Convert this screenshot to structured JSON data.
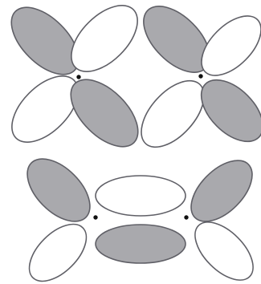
{
  "colors": {
    "background": "#ffffff",
    "shaded_fill": "#a9a9ad",
    "unshaded_fill": "#ffffff",
    "outline": "#5f5f66",
    "nucleus": "#111111"
  },
  "figures": [
    {
      "id": "top-left-d-orbital",
      "lobes": [
        {
          "id": "upper-left",
          "phase": "shaded"
        },
        {
          "id": "upper-right",
          "phase": "unshaded"
        },
        {
          "id": "lower-left",
          "phase": "unshaded"
        },
        {
          "id": "lower-right",
          "phase": "shaded"
        }
      ]
    },
    {
      "id": "top-right-d-orbital",
      "lobes": [
        {
          "id": "upper-left",
          "phase": "shaded"
        },
        {
          "id": "upper-right",
          "phase": "unshaded"
        },
        {
          "id": "lower-left",
          "phase": "unshaded"
        },
        {
          "id": "lower-right",
          "phase": "shaded"
        }
      ]
    },
    {
      "id": "bottom-delta-bond",
      "lobes": [
        {
          "id": "left-upper",
          "phase": "shaded"
        },
        {
          "id": "left-lower",
          "phase": "unshaded"
        },
        {
          "id": "center-top",
          "phase": "unshaded"
        },
        {
          "id": "center-bottom",
          "phase": "shaded"
        },
        {
          "id": "right-upper",
          "phase": "shaded"
        },
        {
          "id": "right-lower",
          "phase": "unshaded"
        }
      ]
    }
  ]
}
